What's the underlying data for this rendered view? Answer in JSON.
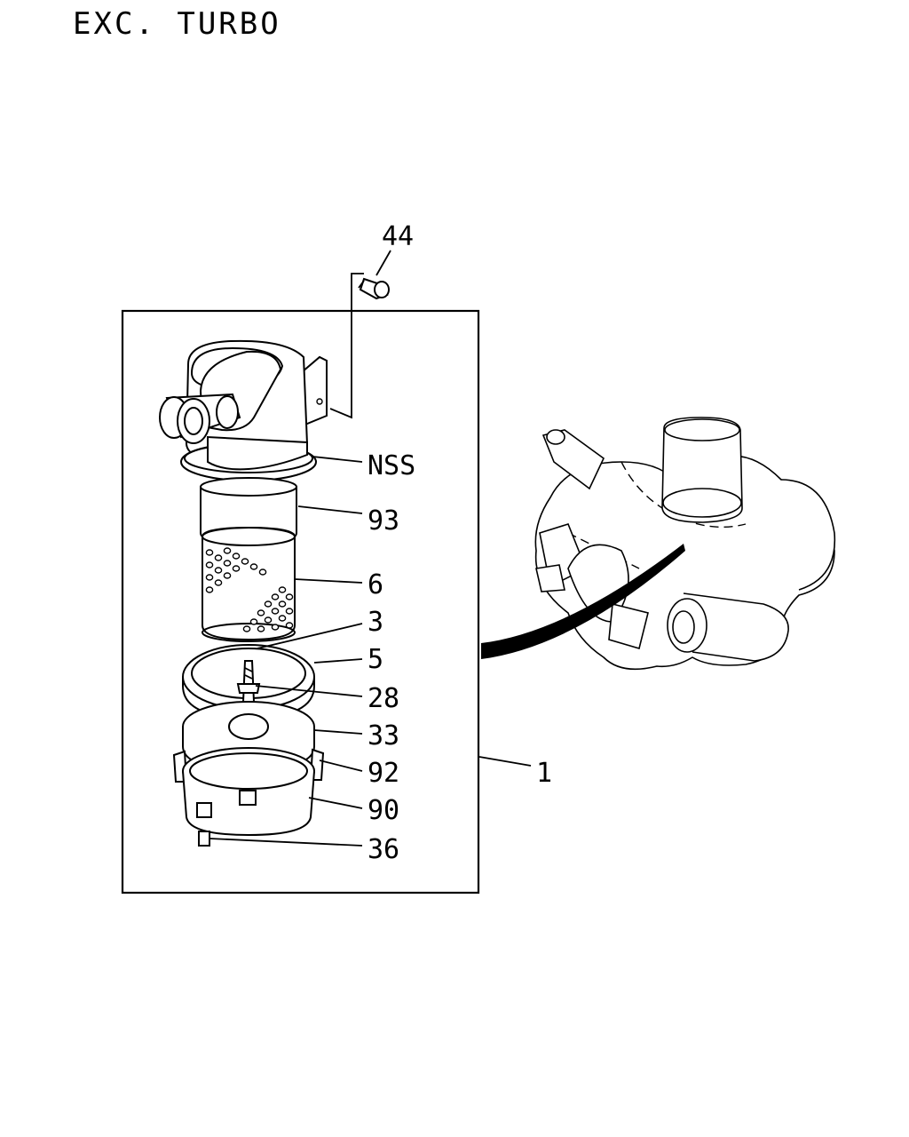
{
  "title": "EXC. TURBO",
  "callouts": {
    "c44": "44",
    "cNSS": "NSS",
    "c93": "93",
    "c6": "6",
    "c3": "3",
    "c5": "5",
    "c28": "28",
    "c33": "33",
    "c92": "92",
    "c90": "90",
    "c36": "36",
    "c1": "1"
  }
}
